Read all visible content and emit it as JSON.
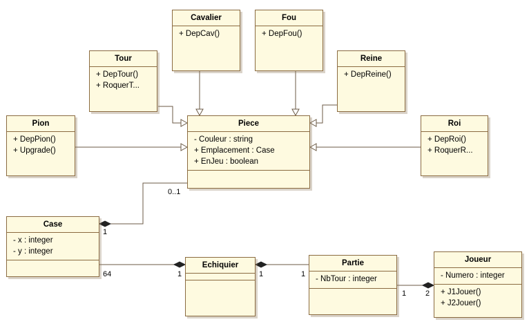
{
  "classes": {
    "cavalier": {
      "name": "Cavalier",
      "attributes": [],
      "operations": [
        "+ DepCav()"
      ]
    },
    "fou": {
      "name": "Fou",
      "attributes": [],
      "operations": [
        "+ DepFou()"
      ]
    },
    "tour": {
      "name": "Tour",
      "attributes": [],
      "operations": [
        "+ DepTour()",
        "+ RoquerT..."
      ]
    },
    "reine": {
      "name": "Reine",
      "attributes": [],
      "operations": [
        "+ DepReine()"
      ]
    },
    "pion": {
      "name": "Pion",
      "attributes": [],
      "operations": [
        "+ DepPion()",
        "+ Upgrade()"
      ]
    },
    "piece": {
      "name": "Piece",
      "attributes": [
        "- Couleur : string",
        "+ Emplacement : Case",
        "+ EnJeu : boolean"
      ],
      "operations": []
    },
    "roi": {
      "name": "Roi",
      "attributes": [],
      "operations": [
        "+ DepRoi()",
        "+ RoquerR..."
      ]
    },
    "case": {
      "name": "Case",
      "attributes": [
        "- x : integer",
        "- y : integer"
      ],
      "operations": []
    },
    "echiquier": {
      "name": "Echiquier",
      "attributes": [],
      "operations": []
    },
    "partie": {
      "name": "Partie",
      "attributes": [
        "- NbTour : integer"
      ],
      "operations": []
    },
    "joueur": {
      "name": "Joueur",
      "attributes": [
        "- Numero : integer"
      ],
      "operations": [
        "+ J1Jouer()",
        "+ J2Jouer()"
      ]
    }
  },
  "relationships": {
    "generalizations": [
      {
        "from": "Cavalier",
        "to": "Piece"
      },
      {
        "from": "Fou",
        "to": "Piece"
      },
      {
        "from": "Tour",
        "to": "Piece"
      },
      {
        "from": "Reine",
        "to": "Piece"
      },
      {
        "from": "Pion",
        "to": "Piece"
      },
      {
        "from": "Roi",
        "to": "Piece"
      }
    ],
    "compositions": [
      {
        "whole": "Case",
        "part": "Piece",
        "whole_multiplicity": "1",
        "part_multiplicity": "0..1"
      },
      {
        "whole": "Echiquier",
        "part": "Case",
        "whole_multiplicity": "1",
        "part_multiplicity": "64"
      },
      {
        "whole": "Echiquier",
        "part": "Partie",
        "whole_multiplicity": "1",
        "part_multiplicity": "1"
      },
      {
        "whole": "Joueur",
        "part": "Partie",
        "whole_multiplicity": "2",
        "part_multiplicity": "1"
      }
    ]
  },
  "colors": {
    "class_fill": "#fefae0",
    "class_border": "#8a6a40",
    "line": "#6b5a45"
  }
}
